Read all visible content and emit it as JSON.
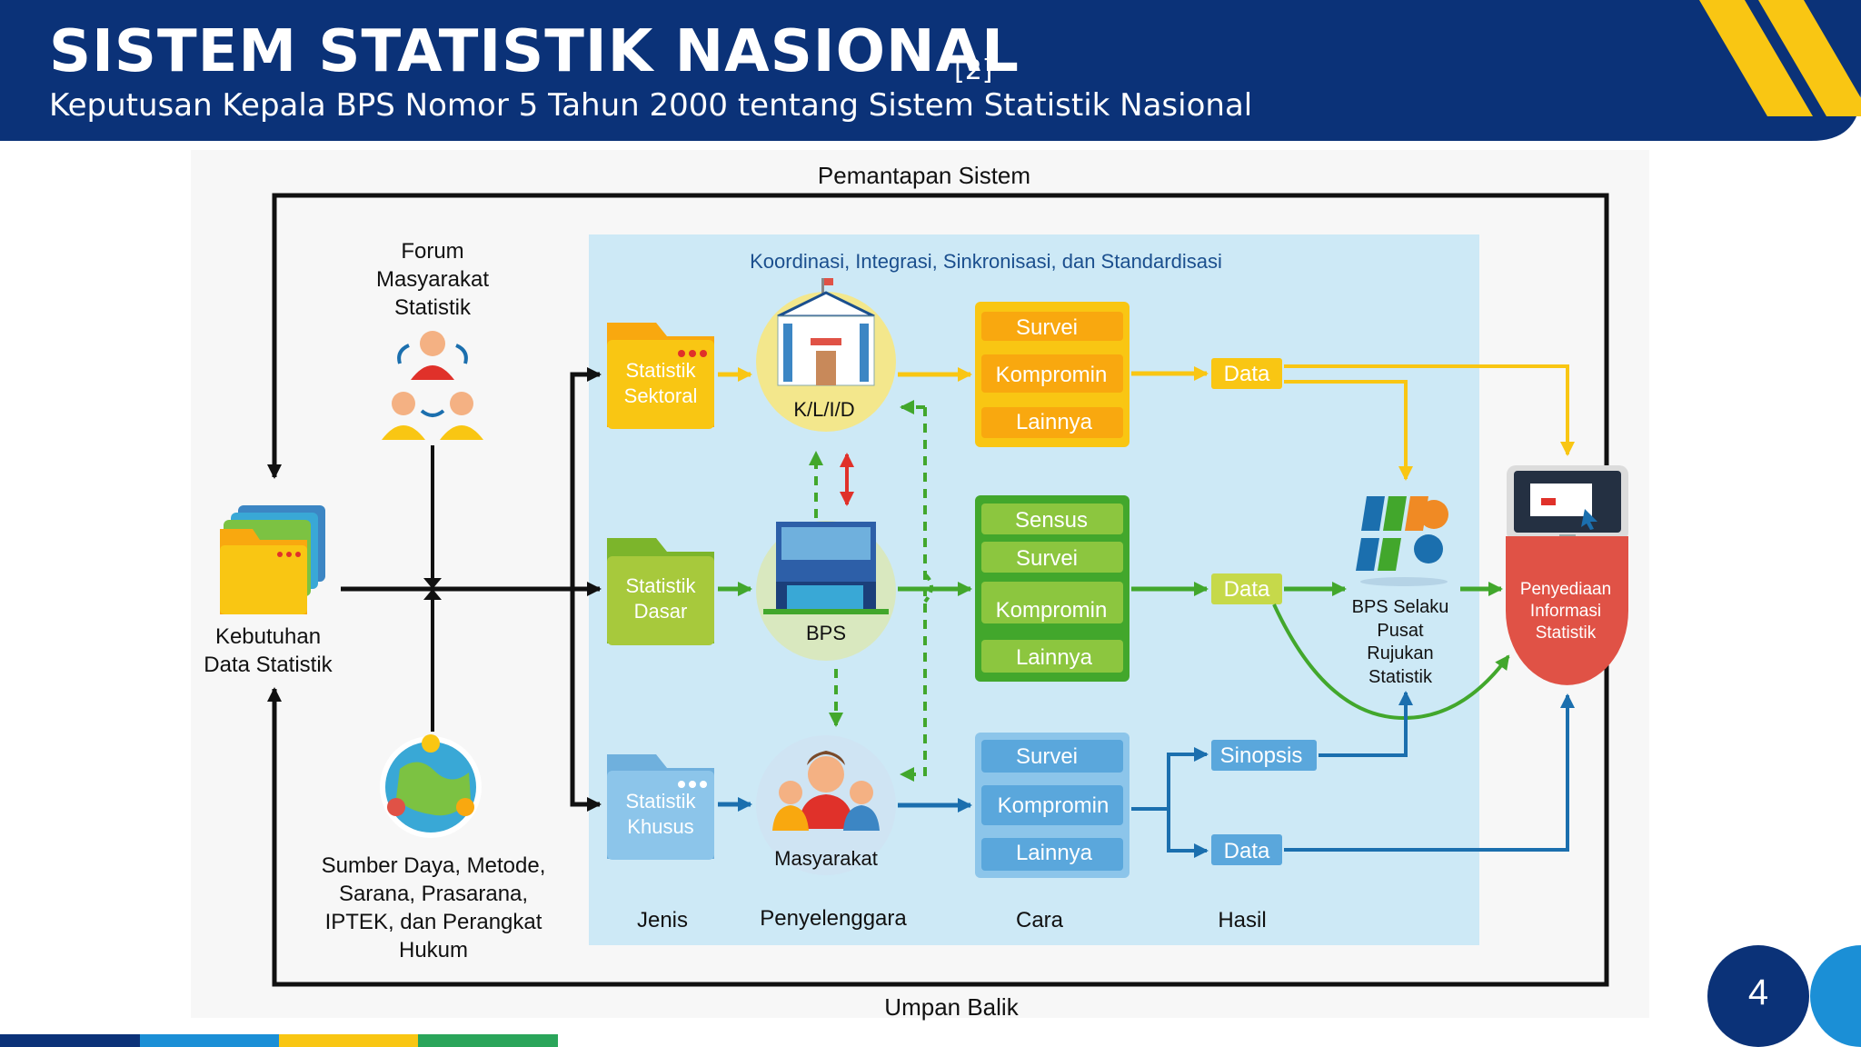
{
  "header": {
    "title": "SISTEM STATISTIK NASIONAL",
    "reference": "[2]",
    "subtitle": "Keputusan Kepala BPS Nomor 5 Tahun 2000 tentang Sistem Statistik Nasional"
  },
  "diagram": {
    "top_label": "Pemantapan Sistem",
    "bottom_label": "Umpan Balik",
    "panel_title": "Koordinasi, Integrasi, Sinkronisasi, dan Standardisasi",
    "forum": [
      "Forum",
      "Masyarakat",
      "Statistik"
    ],
    "need": [
      "Kebutuhan",
      "Data Statistik"
    ],
    "resources": [
      "Sumber Daya, Metode,",
      "Sarana, Prasarana,",
      "IPTEK, dan Perangkat",
      "Hukum"
    ],
    "jenis": {
      "sektoral": [
        "Statistik",
        "Sektoral"
      ],
      "dasar": [
        "Statistik",
        "Dasar"
      ],
      "khusus": [
        "Statistik",
        "Khusus"
      ]
    },
    "penyelenggara": {
      "klid": "K/L/I/D",
      "bps": "BPS",
      "masyarakat": "Masyarakat"
    },
    "cara": {
      "top": [
        "Survei",
        "Kompromin",
        "Lainnya"
      ],
      "mid": [
        "Sensus",
        "Survei",
        "Kompromin",
        "Lainnya"
      ],
      "bot": [
        "Survei",
        "Kompromin",
        "Lainnya"
      ]
    },
    "hasil": {
      "top": "Data",
      "mid": "Data",
      "sinopsis": "Sinopsis",
      "bot": "Data"
    },
    "bps_pusat": [
      "BPS Selaku",
      "Pusat",
      "Rujukan",
      "Statistik"
    ],
    "penyediaan": [
      "Penyediaan",
      "Informasi",
      "Statistik"
    ],
    "columns": {
      "jenis": "Jenis",
      "penyelenggara": "Penyelenggara",
      "cara": "Cara",
      "hasil": "Hasil"
    }
  },
  "page_number": "4",
  "colors": {
    "navy": "#0b3278",
    "yellow": "#f9c613",
    "green": "#42a72c",
    "blue": "#1b6fae",
    "panel": "#cde9f6",
    "red": "#e05246"
  }
}
